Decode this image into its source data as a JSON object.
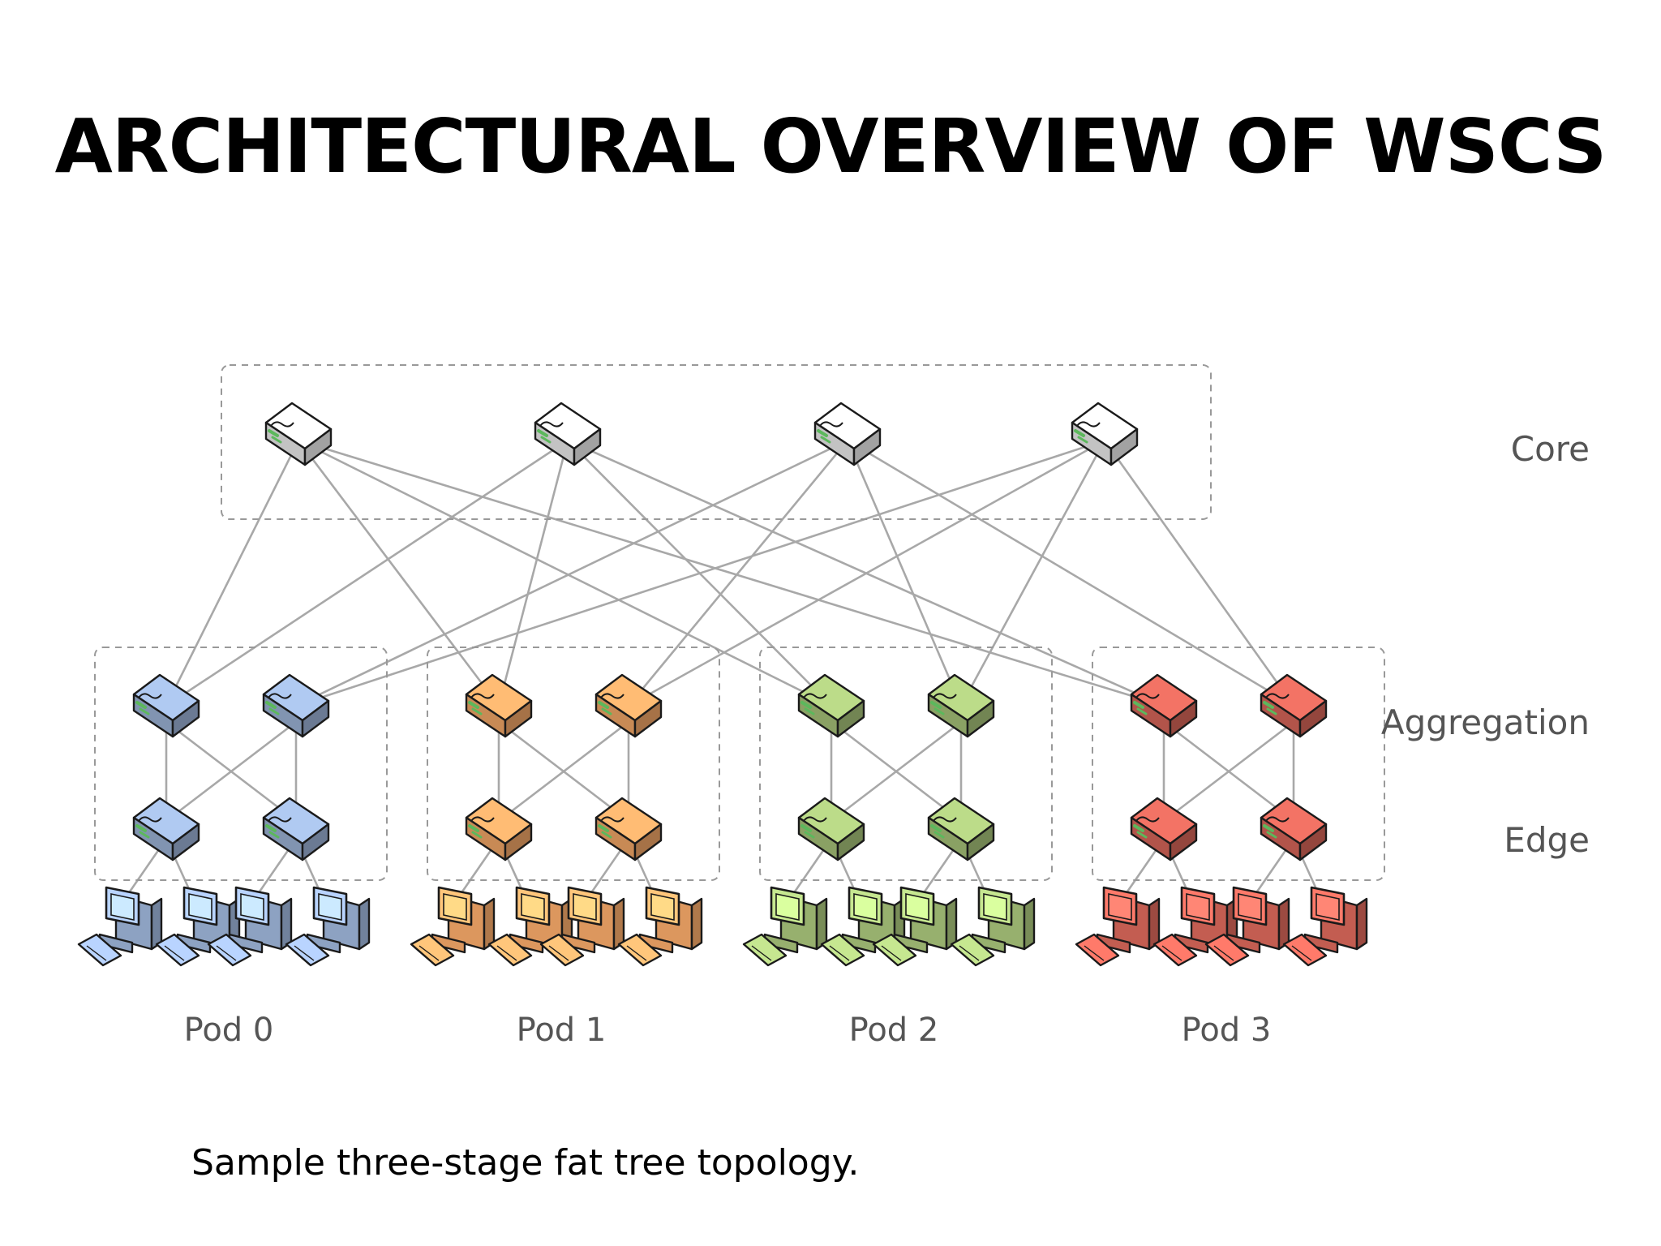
{
  "slide": {
    "title": "ARCHITECTURAL OVERVIEW OF WSCS",
    "caption": "Sample three-stage fat tree topology."
  },
  "diagram": {
    "tiers": [
      "Core",
      "Aggregation",
      "Edge"
    ],
    "pods": [
      {
        "label": "Pod 0",
        "color": "#9db4d8"
      },
      {
        "label": "Pod 1",
        "color": "#f4a868"
      },
      {
        "label": "Pod 2",
        "color": "#a8c47a"
      },
      {
        "label": "Pod 3",
        "color": "#d9675a"
      }
    ],
    "core_color": "#eeeeee",
    "port_color": "#5cb85c",
    "link_color": "#a8a8a8",
    "icons": {
      "switch": "switch-icon",
      "host": "computer-icon"
    }
  }
}
